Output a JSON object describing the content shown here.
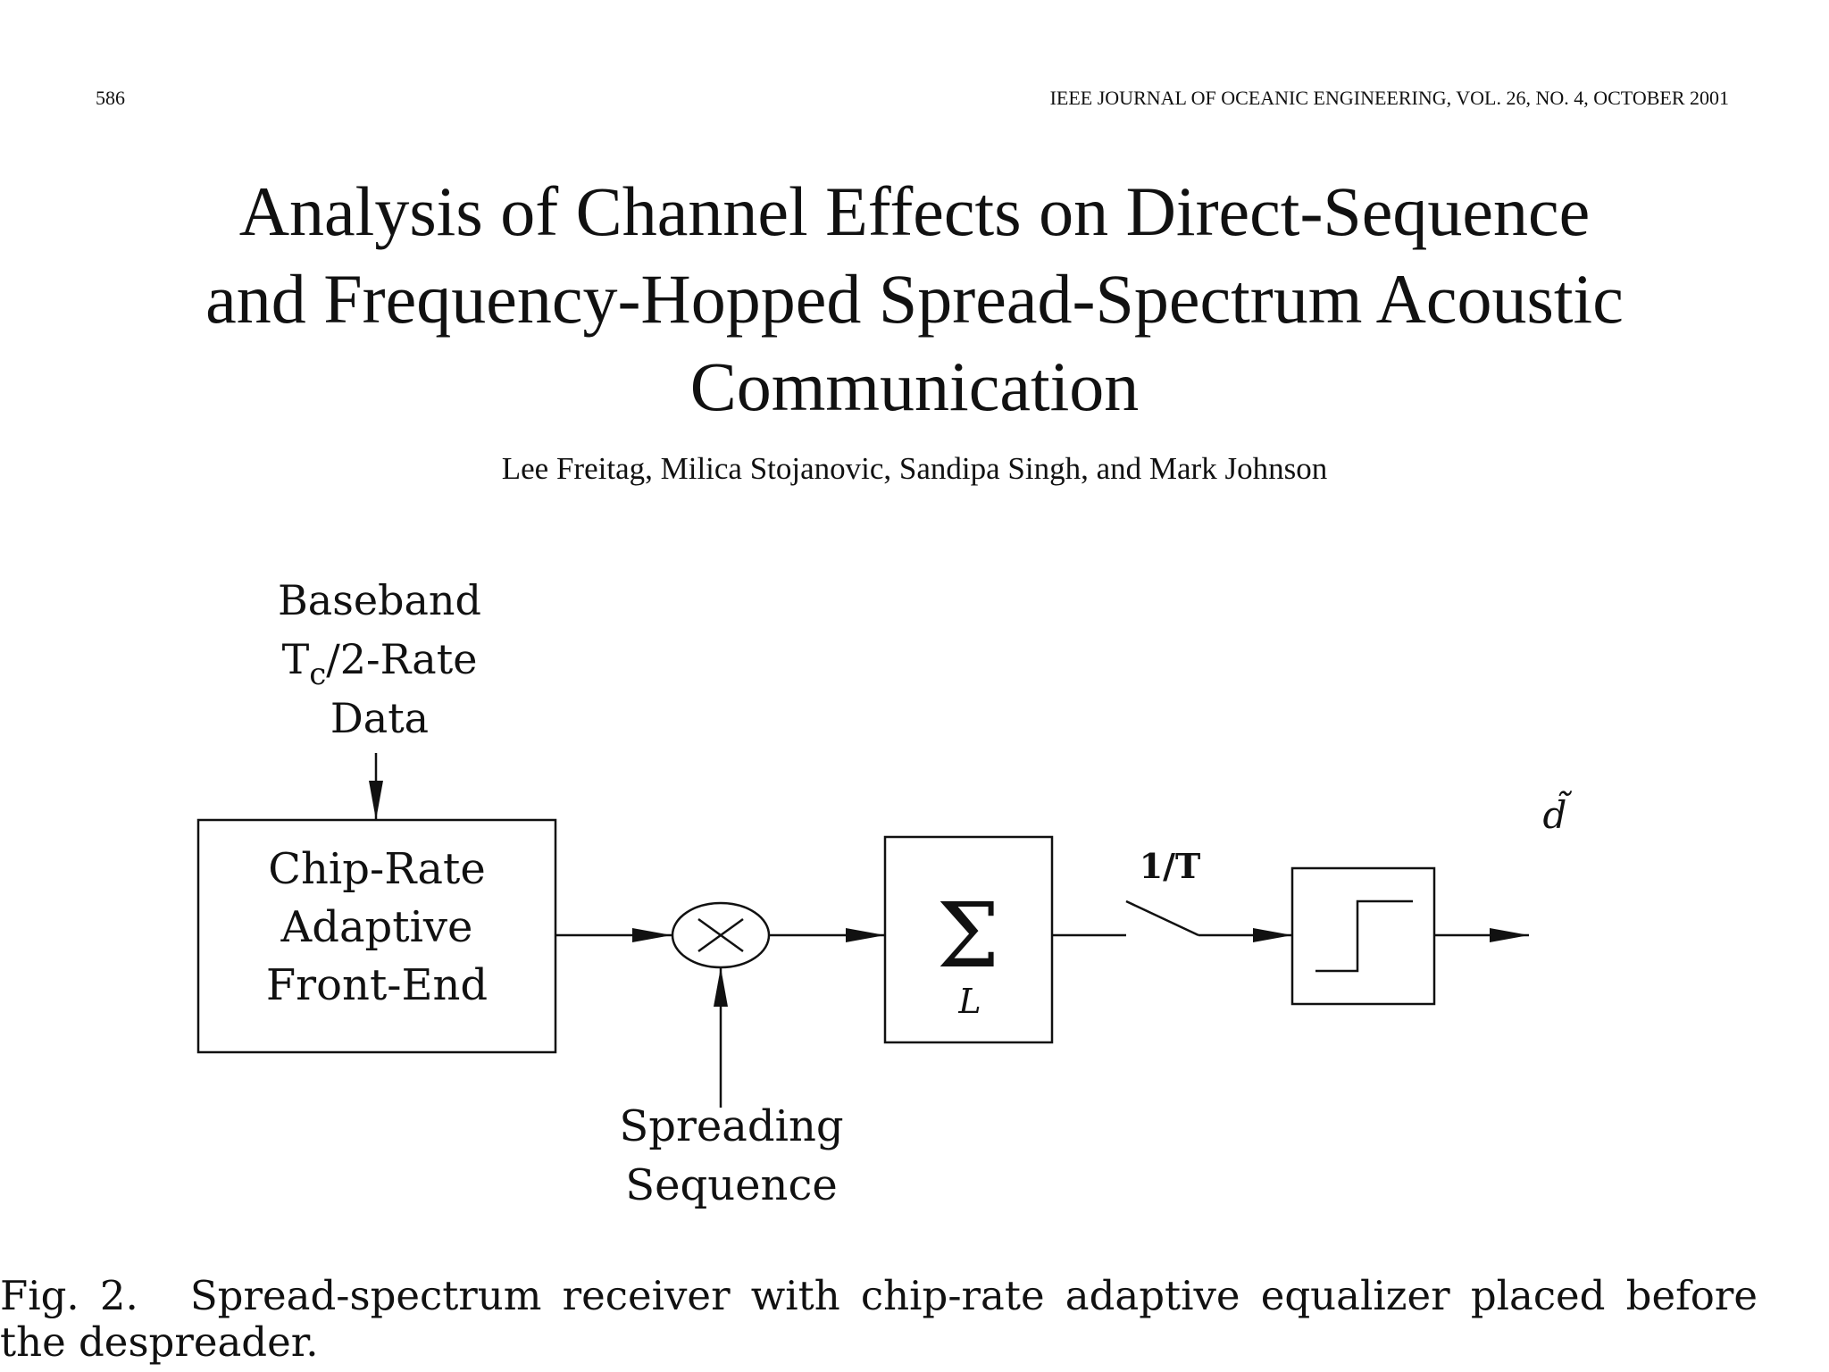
{
  "header": {
    "page_number": "586",
    "journal": "IEEE JOURNAL OF OCEANIC ENGINEERING, VOL. 26, NO. 4, OCTOBER 2001"
  },
  "title_lines": [
    "Analysis of Channel Effects on Direct-Sequence",
    "and Frequency-Hopped Spread-Spectrum Acoustic",
    "Communication"
  ],
  "authors": "Lee Freitag, Milica Stojanovic, Sandipa Singh, and Mark Johnson",
  "figure": {
    "input_label": {
      "line1": "Baseband",
      "line2_prefix": "T",
      "line2_subscript": "c",
      "line2_suffix": "/2-Rate",
      "line3": "Data"
    },
    "front_end_block": [
      "Chip-Rate",
      "Adaptive",
      "Front-End"
    ],
    "multiplier_symbol": "×",
    "spreading_label": [
      "Spreading",
      "Sequence"
    ],
    "summer_symbol": "Σ",
    "summer_subscript": "L",
    "sampler_label": "1/T",
    "output_label": "d̃"
  },
  "caption": {
    "label": "Fig. 2.",
    "text": "Spread-spectrum receiver with chip-rate adaptive equalizer placed before the despreader."
  }
}
